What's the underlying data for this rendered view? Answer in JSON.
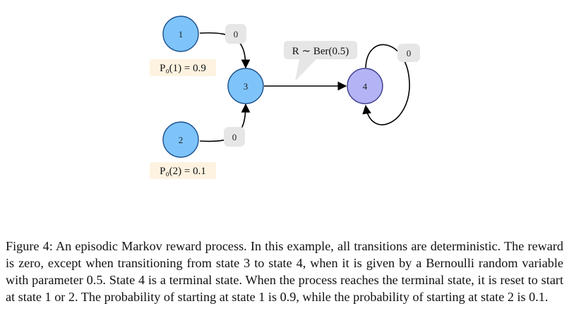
{
  "nodes": [
    {
      "id": "1",
      "label": "1",
      "color": "#7ec4fb"
    },
    {
      "id": "2",
      "label": "2",
      "color": "#7ec4fb"
    },
    {
      "id": "3",
      "label": "3",
      "color": "#7ec4fb"
    },
    {
      "id": "4",
      "label": "4",
      "color": "#b3b3f5"
    }
  ],
  "edges": [
    {
      "from": "1",
      "to": "3",
      "reward": "0"
    },
    {
      "from": "2",
      "to": "3",
      "reward": "0"
    },
    {
      "from": "3",
      "to": "4",
      "reward": "R ∼ Ber(0.5)"
    },
    {
      "from": "4",
      "to": "4",
      "reward": "0"
    }
  ],
  "initial_probs": [
    {
      "state": "1",
      "text": "P₀(1) = 0.9"
    },
    {
      "state": "2",
      "text": "P₀(2) = 0.1"
    }
  ],
  "caption": "Figure 4: An episodic Markov reward process. In this example, all transitions are deterministic. The reward is zero, except when transitioning from state 3 to state 4, when it is given by a Bernoulli random variable with parameter 0.5. State 4 is a terminal state. When the process reaches the terminal state, it is reset to start at state 1 or 2. The probability of starting at state 1 is 0.9, while the probability of starting at state 2 is 0.1.",
  "colors": {
    "box": "#e6e6e6",
    "edge": "#000000",
    "node_stroke": "#1a4f8a"
  }
}
